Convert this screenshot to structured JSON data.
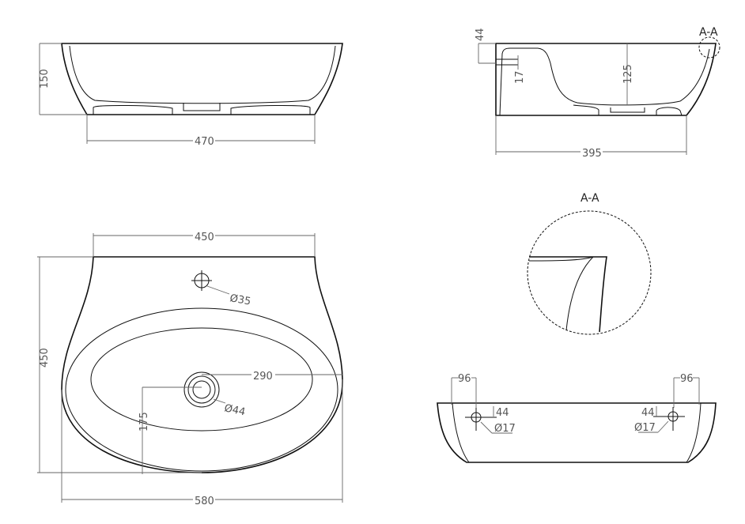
{
  "front_view": {
    "height": "150",
    "width": "470"
  },
  "side_view": {
    "overflow_offset": "44",
    "overflow_diameter": "17",
    "depth": "125",
    "width": "395",
    "section_label": "A-A"
  },
  "detail": {
    "label": "A-A"
  },
  "top_view": {
    "rear_width": "450",
    "depth": "450",
    "tap_hole": "Ø35",
    "drain_offset": "290",
    "drain_diameter": "Ø44",
    "drain_from_front": "175",
    "overall_width": "580"
  },
  "back_view": {
    "left_offset": "96",
    "right_offset": "96",
    "left_height": "44",
    "right_height": "44",
    "left_hole": "Ø17",
    "right_hole": "Ø17"
  }
}
